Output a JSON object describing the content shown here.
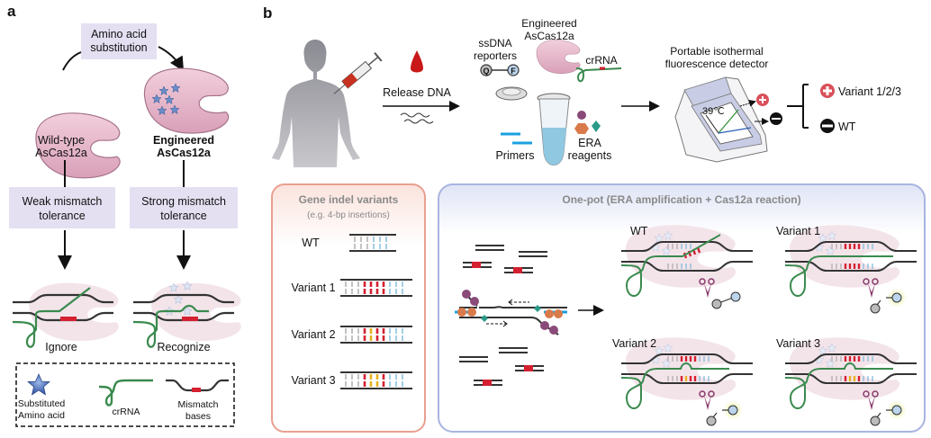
{
  "panel_a": {
    "label": "a",
    "top_box": [
      "Amino acid",
      "substitution"
    ],
    "wildtype": [
      "Wild-type",
      "AsCas12a"
    ],
    "engineered": [
      "Engineered",
      "AsCas12a"
    ],
    "weak_box": [
      "Weak mismatch",
      "tolerance"
    ],
    "strong_box": [
      "Strong mismatch",
      "tolerance"
    ],
    "ignore": "Ignore",
    "recognize": "Recognize",
    "legend": {
      "star": [
        "Substituted",
        "Amino acid"
      ],
      "crrna": "crRNA",
      "mismatch": [
        "Mismatch",
        "bases"
      ]
    }
  },
  "panel_b": {
    "label": "b",
    "release_dna": "Release DNA",
    "ssdna_reporters": [
      "ssDNA",
      "reporters"
    ],
    "engineered": [
      "Engineered",
      "AsCas12a"
    ],
    "crrna": "crRNA",
    "primers": "Primers",
    "era_reagents": [
      "ERA",
      "reagents"
    ],
    "detector_title": [
      "Portable isothermal",
      "fluorescence detector"
    ],
    "temperature": "39℃",
    "positive_result": "Variant 1/2/3",
    "negative_result": "WT",
    "reporter_q": "Q",
    "reporter_f": "F",
    "indel_box": {
      "title": "Gene indel variants",
      "subtitle": "(e.g. 4-bp insertions)",
      "rows": [
        "WT",
        "Variant 1",
        "Variant 2",
        "Variant 3"
      ]
    },
    "onepot_box": {
      "title": "One-pot (ERA amplification + Cas12a reaction)",
      "panels": [
        "WT",
        "Variant 1",
        "Variant 2",
        "Variant 3"
      ]
    }
  },
  "colors": {
    "cas_pink": "#e8b4c8",
    "crrna_green": "#3a8a4e",
    "mismatch_red": "#d42030",
    "yellow": "#e8b020",
    "blue_base": "#7ab8d8",
    "box_lilac": "#e4e0f2",
    "indel_box_border": "#e8a090",
    "onepot_box_border": "#a8b4e0"
  }
}
